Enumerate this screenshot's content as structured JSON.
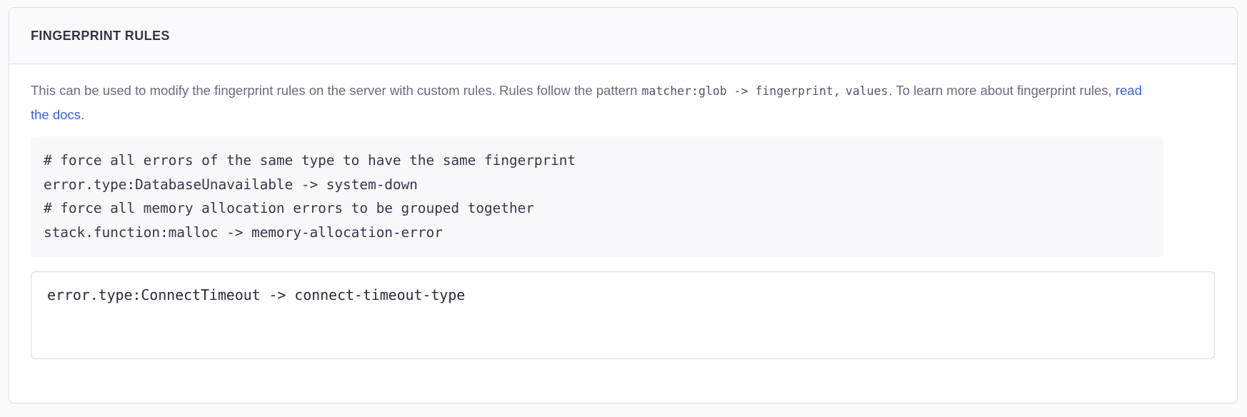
{
  "panel": {
    "title": "FINGERPRINT RULES",
    "description": {
      "part1": "This can be used to modify the fingerprint rules on the server with custom rules. Rules follow the pattern ",
      "code1": "matcher:glob -> fingerprint,",
      "code2": "values",
      "part2": ". To learn more about fingerprint rules, ",
      "link_text": "read the docs",
      "part3": "."
    },
    "code_sample": [
      "# force all errors of the same type to have the same fingerprint",
      "error.type:DatabaseUnavailable -> system-down",
      "# force all memory allocation errors to be grouped together",
      "stack.function:malloc -> memory-allocation-error"
    ],
    "rules_input": {
      "value": "error.type:ConnectTimeout -> connect-timeout-type",
      "placeholder": "error.type:ConnectTimeout -> connect-timeout-type"
    }
  },
  "colors": {
    "link": "#3a63d6",
    "header_text": "#3b3344",
    "body_text": "#6d6880",
    "code_text": "#3c3549",
    "panel_border": "#e0dfe6",
    "header_bg": "#faf9fb",
    "code_bg": "#f8f8fa",
    "page_bg": "#fbfbfc"
  }
}
